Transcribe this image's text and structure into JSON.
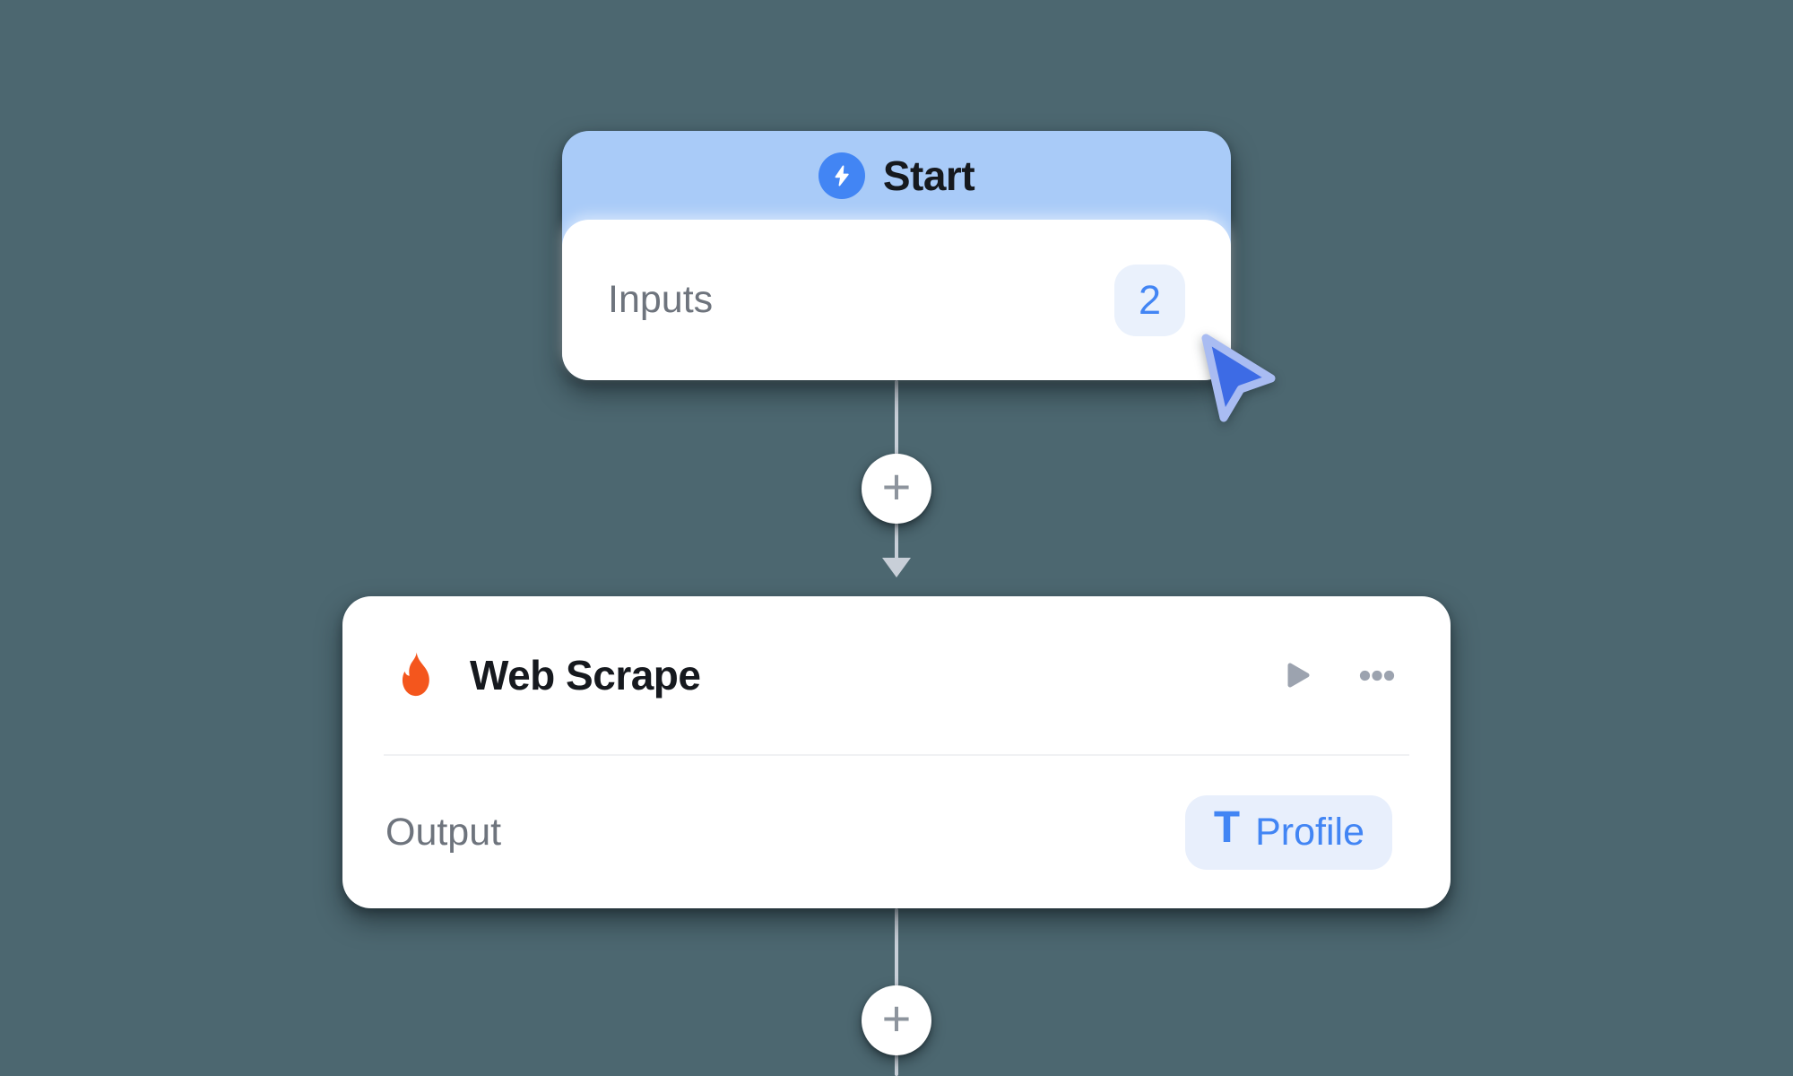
{
  "canvas": {
    "background_color": "#4C6770",
    "connector_color": "#C8CFD8"
  },
  "start_node": {
    "title": "Start",
    "header_color": "#A9CBF8",
    "icon": "lightning-bolt-icon",
    "icon_color": "#4285F4",
    "inputs_row": {
      "label": "Inputs",
      "count": "2",
      "count_badge_bg": "#EAF1FC"
    }
  },
  "connectors": {
    "plus_symbol": "+",
    "top": {
      "icons": [
        "plus-icon",
        "arrow-down-icon"
      ]
    },
    "bottom": {
      "icons": [
        "plus-icon"
      ]
    }
  },
  "web_scrape_node": {
    "title": "Web Scrape",
    "icon": "flame-icon",
    "flame_color": "#F4561D",
    "action_icon_color": "#9CA3AF",
    "actions": [
      "run",
      "more-options"
    ],
    "output_row": {
      "label": "Output",
      "badge": {
        "icon": "text-type-icon",
        "icon_glyph": "T",
        "label": "Profile",
        "bg": "#E8EFFC",
        "color": "#4285F4"
      }
    }
  },
  "cursor": {
    "fill": "#3D6BE5",
    "outline": "#A9BCF2"
  }
}
